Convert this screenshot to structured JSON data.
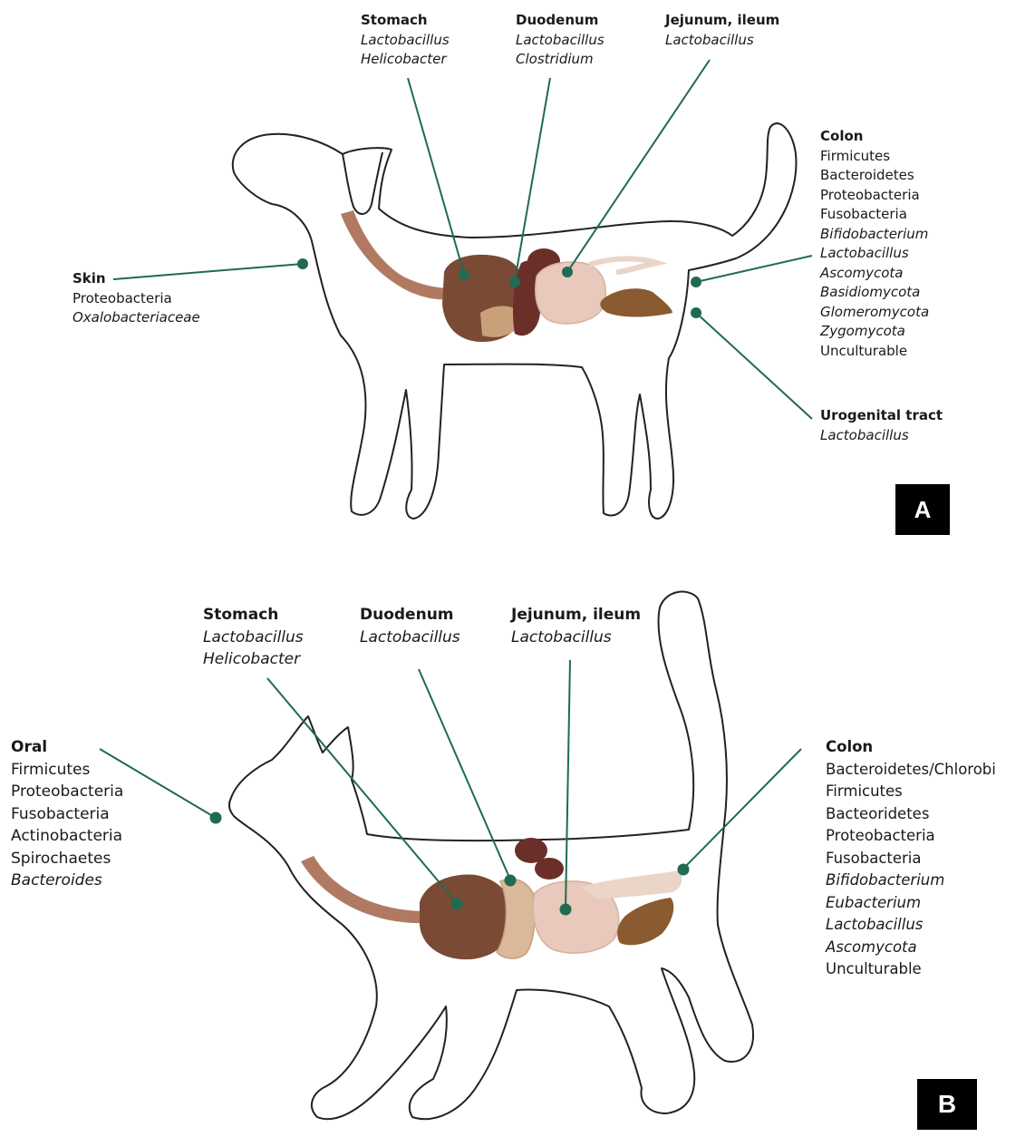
{
  "colors": {
    "leader": "#1f6b52",
    "outline": "#222222",
    "esophagus": "#b07a62",
    "stomach": "#7a4a35",
    "organ_dark": "#6b2f2a",
    "intestine": "#e8c9bb",
    "liver": "#8a5a30"
  },
  "panel_a": {
    "badge": "A",
    "stomach": {
      "title": "Stomach",
      "items": [
        "Lactobacillus",
        "Helicobacter"
      ]
    },
    "duodenum": {
      "title": "Duodenum",
      "items": [
        "Lactobacillus",
        "Clostridium"
      ]
    },
    "jejunum": {
      "title": "Jejunum, ileum",
      "items": [
        "Lactobacillus"
      ]
    },
    "skin": {
      "title": "Skin",
      "items": [
        "Proteobacteria",
        "Oxalobacteriaceae"
      ]
    },
    "colon": {
      "title": "Colon",
      "items": [
        "Firmicutes",
        "Bacteroidetes",
        "Proteobacteria",
        "Fusobacteria",
        "Bifidobacterium",
        "Lactobacillus",
        "Ascomycota",
        "Basidiomycota",
        "Glomeromycota",
        "Zygomycota",
        "Unculturable"
      ]
    },
    "urogenital": {
      "title": "Urogenital tract",
      "items": [
        "Lactobacillus"
      ]
    }
  },
  "panel_b": {
    "badge": "B",
    "stomach": {
      "title": "Stomach",
      "items": [
        "Lactobacillus",
        "Helicobacter"
      ]
    },
    "duodenum": {
      "title": "Duodenum",
      "items": [
        "Lactobacillus"
      ]
    },
    "jejunum": {
      "title": "Jejunum, ileum",
      "items": [
        "Lactobacillus"
      ]
    },
    "oral": {
      "title": "Oral",
      "items": [
        "Firmicutes",
        "Proteobacteria",
        "Fusobacteria",
        "Actinobacteria",
        "Spirochaetes",
        "Bacteroides"
      ]
    },
    "colon": {
      "title": "Colon",
      "items": [
        "Bacteroidetes/Chlorobi",
        "Firmicutes",
        "Bacteoridetes",
        "Proteobacteria",
        "Fusobacteria",
        "Bifidobacterium",
        "Eubacterium",
        "Lactobacillus",
        "Ascomycota",
        "Unculturable"
      ]
    }
  }
}
